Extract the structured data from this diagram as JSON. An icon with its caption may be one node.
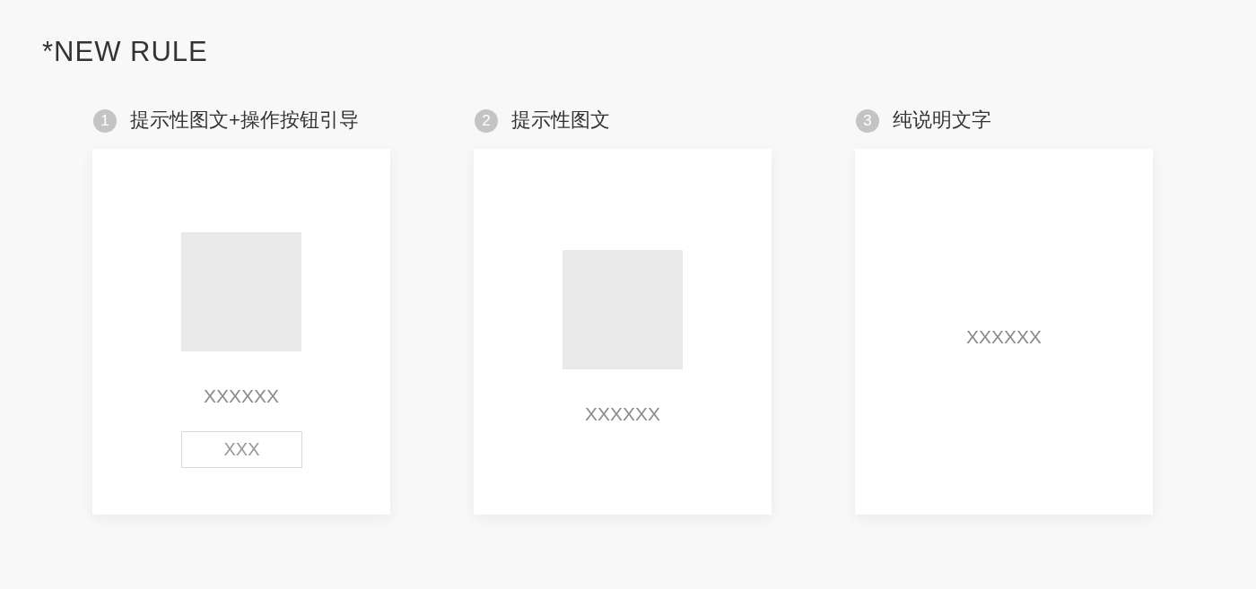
{
  "diagram": {
    "title": "*NEW RULE",
    "nodes": [
      {
        "text": [
          "提示性图文+操作按钮引导"
        ],
        "beside": [
          "1"
        ]
      },
      {
        "text": [],
        "shape": "box",
        "in": 0
      },
      {
        "text": [
          "XXX"
        ],
        "in": 0
      },
      {
        "text": [
          "提示性图文"
        ],
        "beside": [
          "2"
        ]
      },
      {
        "text": [],
        "shape": "box",
        "in": 3
      },
      {
        "text": [
          "纯说明文字"
        ],
        "beside": [
          "3"
        ]
      }
    ],
    "labels": [
      "XXXXXX",
      "XXXXXX",
      "XXXXXX"
    ]
  }
}
